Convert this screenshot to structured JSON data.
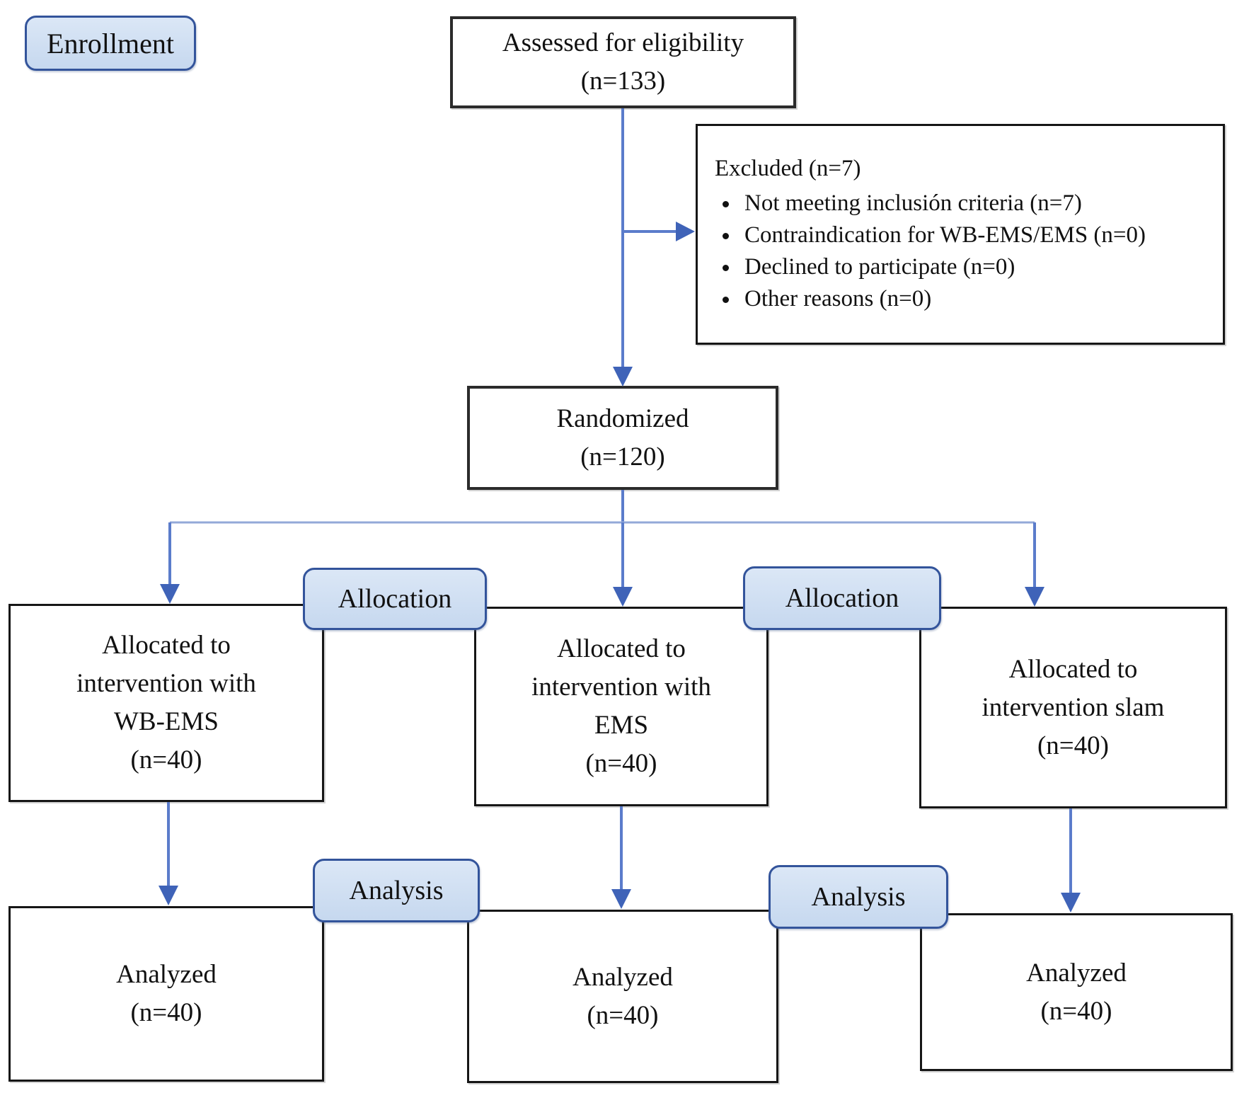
{
  "diagram": {
    "stages": {
      "enrollment": "Enrollment",
      "allocation_left": "Allocation",
      "allocation_right": "Allocation",
      "analysis_left": "Analysis",
      "analysis_right": "Analysis"
    },
    "nodes": {
      "assessed": {
        "line1": "Assessed for eligibility",
        "line2": "(n=133)"
      },
      "excluded": {
        "title": "Excluded (n=7)",
        "bullets": [
          "Not meeting inclusión criteria (n=7)",
          "Contraindication for WB-EMS/EMS (n=0)",
          "Declined to participate (n=0)",
          "Other reasons (n=0)"
        ]
      },
      "randomized": {
        "line1": "Randomized",
        "line2": "(n=120)"
      },
      "allocated_wbems": {
        "lines": [
          "Allocated to",
          "intervention with",
          "WB-EMS",
          "(n=40)"
        ]
      },
      "allocated_ems": {
        "lines": [
          "Allocated to",
          "intervention with",
          "EMS",
          "(n=40)"
        ]
      },
      "allocated_slam": {
        "lines": [
          "Allocated to",
          "intervention slam",
          "(n=40)"
        ]
      },
      "analyzed_wbems": {
        "line1": "Analyzed",
        "line2": "(n=40)"
      },
      "analyzed_ems": {
        "line1": "Analyzed",
        "line2": "(n=40)"
      },
      "analyzed_slam": {
        "line1": "Analyzed",
        "line2": "(n=40)"
      }
    },
    "colors": {
      "pill_fill": "#cbdbf0",
      "pill_border": "#33549b",
      "box_border": "#2b2b2b",
      "arrow": "#5b7ccb",
      "arrowhead": "#3f63b8",
      "split_line": "#93a9d8"
    }
  }
}
